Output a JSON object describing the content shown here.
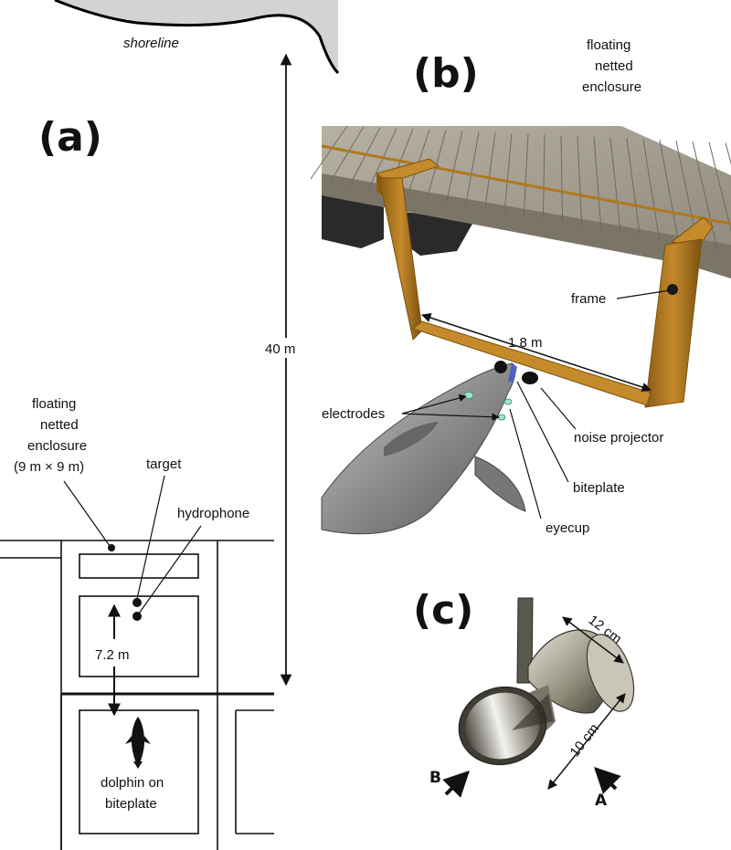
{
  "panels": {
    "a": {
      "panel_label": "(a)",
      "shoreline_label": "shoreline",
      "distance_label": "40 m",
      "enclosure_label": [
        "floating",
        "netted",
        "enclosure",
        "(9 m × 9 m)"
      ],
      "target_label": "target",
      "hydrophone_label": "hydrophone",
      "spacing_label": "7.2 m",
      "dolphin_label": [
        "dolphin on",
        "biteplate"
      ]
    },
    "b": {
      "panel_label": "(b)",
      "enclosure_label": [
        "floating",
        "netted",
        "enclosure"
      ],
      "frame_label": "frame",
      "width_label": "1.8 m",
      "electrodes_label": "electrodes",
      "noise_projector_label": "noise projector",
      "biteplate_label": "biteplate",
      "eyecup_label": "eyecup"
    },
    "c": {
      "panel_label": "(c)",
      "size_12_label": "12 cm",
      "size_10_label": "10 cm",
      "arrow_b_label": "B",
      "arrow_a_label": "A"
    }
  },
  "colors": {
    "shore": "#d3d3d3",
    "deck": "#a09a8c",
    "deck_line": "#6f6a60",
    "frame_wood": "#b0781d",
    "frame_dark": "#7a5210",
    "pontoon": "#2a2a2a",
    "dolphin": "#8a8a8a",
    "electrode": "#9fe6c8",
    "eyecup_metal": "#8d8a7c"
  },
  "icons": [
    "dolphin-icon",
    "electrode-icon",
    "eyecup-icon",
    "arrow-icon"
  ]
}
